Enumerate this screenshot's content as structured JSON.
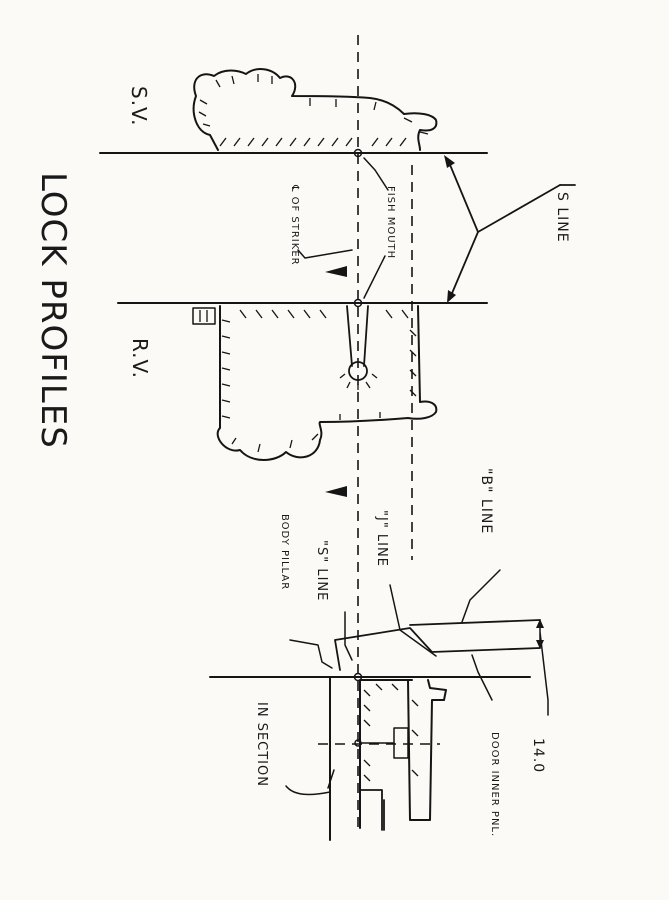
{
  "title": "LOCK PROFILES",
  "views": {
    "side_view": "S.V.",
    "rear_view": "R.V.",
    "in_section": "IN SECTION"
  },
  "callouts": {
    "s_line": "S LINE",
    "fish_mouth": "FISH MOUTH",
    "cl_of_striker": "℄ OF STRIKER",
    "b_line": "\"B\" LINE",
    "j_line": "\"J\" LINE",
    "s_line_2": "\"S\" LINE",
    "body_pillar": "BODY PILLAR",
    "door_inner_pnl": "DOOR INNER PNL.",
    "dimension": "14.0"
  }
}
